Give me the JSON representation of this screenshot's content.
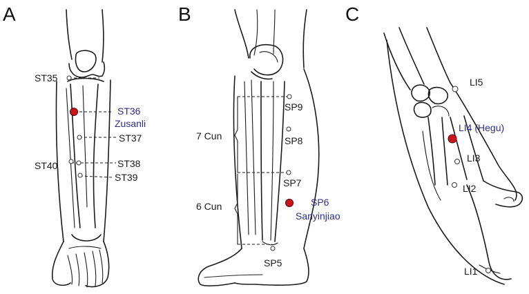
{
  "panels": {
    "a": "A",
    "b": "B",
    "c": "C"
  },
  "colors": {
    "highlight_text": "#2d2d8f",
    "acupoint_fill": "#c8141c"
  },
  "panel_a": {
    "st35": "ST35",
    "st36_code": "ST36",
    "st36_name": "Zusanli",
    "st37": "ST37",
    "st40": "ST40",
    "st38": "ST38",
    "st39": "ST39"
  },
  "panel_b": {
    "sp9": "SP9",
    "sp8": "SP8",
    "sp7": "SP7",
    "sp6_code": "SP6",
    "sp6_name": "Sanyinjiao",
    "sp5": "SP5",
    "cun_upper": "7 Cun",
    "cun_lower": "6 Cun"
  },
  "panel_c": {
    "li5": "LI5",
    "li4": "LI4 (Hegu)",
    "li3": "LI3",
    "li2": "LI2",
    "li1": "LI1"
  }
}
